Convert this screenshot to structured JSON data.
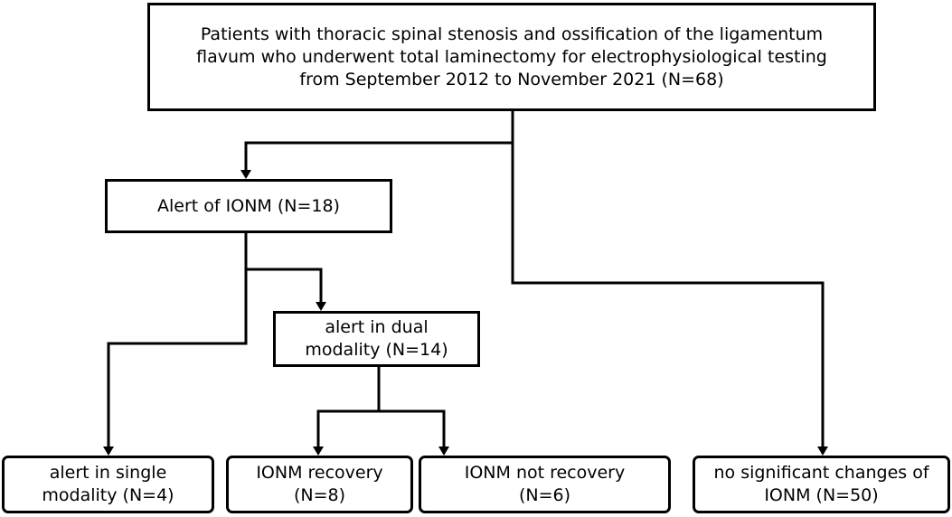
{
  "nodes": {
    "root": {
      "lines": [
        "Patients with thoracic spinal stenosis and ossification of the ligamentum",
        "flavum who underwent total laminectomy for electrophysiological testing",
        "from September 2012 to November 2021 (N=68)"
      ]
    },
    "alert": {
      "lines": [
        "Alert of IONM (N=18)"
      ]
    },
    "dual": {
      "lines": [
        "alert in dual",
        "modality (N=14)"
      ]
    },
    "single": {
      "lines": [
        "alert in single",
        "modality (N=4)"
      ]
    },
    "recovery": {
      "lines": [
        "IONM recovery",
        "(N=8)"
      ]
    },
    "not_recovery": {
      "lines": [
        "IONM not recovery",
        "(N=6)"
      ]
    },
    "no_change": {
      "lines": [
        "no significant changes of",
        "IONM (N=50)"
      ]
    }
  }
}
